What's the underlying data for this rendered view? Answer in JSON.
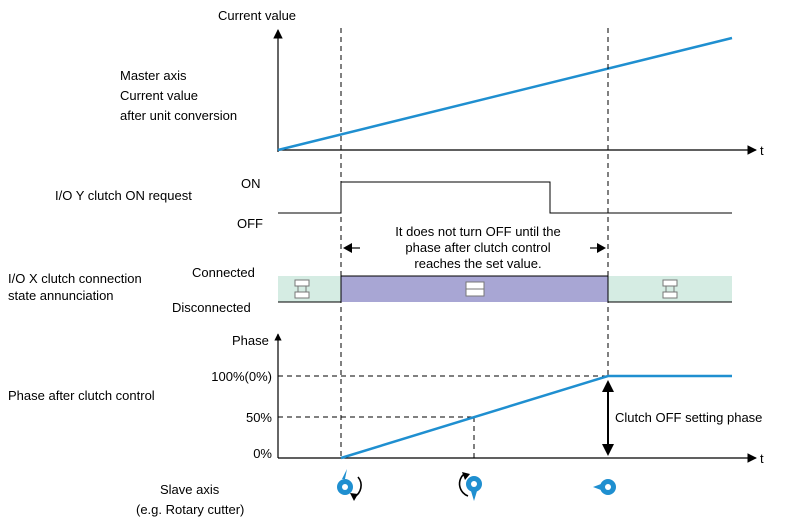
{
  "top_chart": {
    "y_axis_label": "Current value",
    "series_label_line1": "Master axis",
    "series_label_line2": "Current value",
    "series_label_line3": "after unit conversion",
    "t_label": "t"
  },
  "clutch_request": {
    "label": "I/O Y clutch ON request",
    "on_label": "ON",
    "off_label": "OFF"
  },
  "annotation": {
    "line1": "It does not turn OFF until the",
    "line2": "phase after clutch control",
    "line3": "reaches the set value."
  },
  "connection_state": {
    "label_line1": "I/O X clutch connection",
    "label_line2": "state annunciation",
    "connected_label": "Connected",
    "disconnected_label": "Disconnected",
    "colors": {
      "connected": "#a8a6d4",
      "disconnected": "#d5ece3"
    }
  },
  "phase_chart": {
    "y_axis_label": "Phase",
    "series_label": "Phase after clutch control",
    "tick_100": "100%(0%)",
    "tick_50": "50%",
    "tick_0": "0%",
    "t_label": "t",
    "off_setting_label": "Clutch OFF setting phase"
  },
  "slave": {
    "label_line1": "Slave axis",
    "label_line2": "(e.g. Rotary cutter)"
  },
  "colors": {
    "line_blue": "#1f8fd0",
    "icon_blue": "#1f8fd0"
  }
}
